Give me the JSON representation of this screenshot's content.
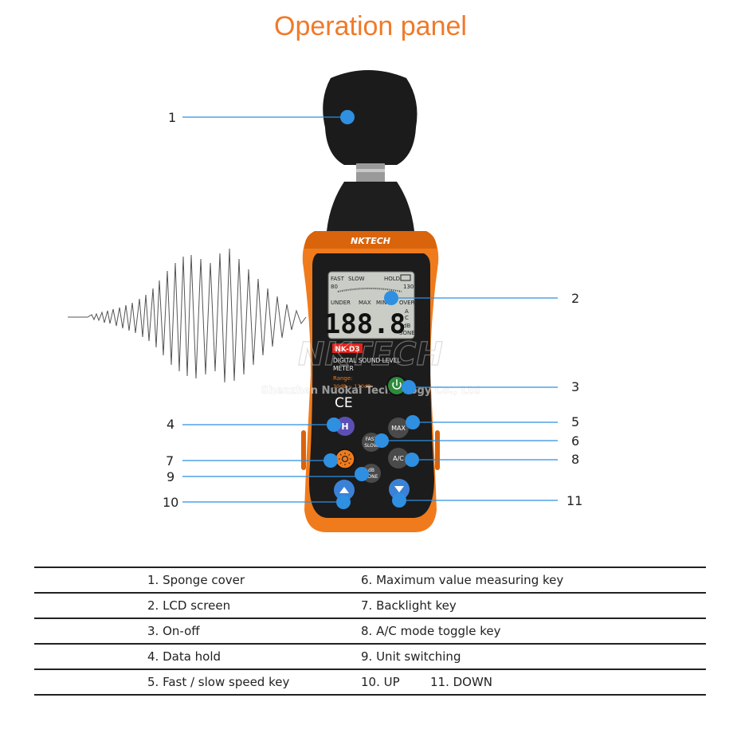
{
  "title": "Operation panel",
  "device": {
    "brand": "NKTECH",
    "model": "NK-D3",
    "description_line1": "DIGITAL SOUND LEVEL",
    "description_line2": "METER",
    "range_label": "Range:",
    "range_value": "30dB ~ 130dB",
    "ce_mark": "CE",
    "watermark_line2": "Shenzhen Nuokai Technology Co., Ltd",
    "lcd": {
      "fast": "FAST",
      "slow": "SLOW",
      "hold": "HOLD",
      "scale_low": "80",
      "scale_high": "130",
      "under": "UNDER",
      "max": "MAX",
      "min": "MIN",
      "over": "OVER",
      "reading": "188.8",
      "mode_a": "A",
      "mode_c": "C",
      "unit_db": "dB",
      "unit_sone": "SONE"
    },
    "buttons": {
      "hold": "H",
      "max": "MAX",
      "fast_slow_1": "FAST",
      "fast_slow_2": "SLOW",
      "ac": "A/C",
      "db_sone_1": "dB",
      "db_sone_2": "SONE"
    }
  },
  "callouts": [
    "1",
    "2",
    "3",
    "4",
    "5",
    "6",
    "7",
    "8",
    "9",
    "10",
    "11"
  ],
  "legend": [
    {
      "left": "1. Sponge cover",
      "right": "6. Maximum value measuring key"
    },
    {
      "left": "2. LCD screen",
      "right": "7. Backlight key"
    },
    {
      "left": "3. On-off",
      "right": "8. A/C mode toggle key"
    },
    {
      "left": "4. Data hold",
      "right": "9. Unit switching"
    },
    {
      "left": "5. Fast / slow speed key",
      "right": "10. UP",
      "right2": "11. DOWN"
    }
  ],
  "colors": {
    "title": "#f07a2a",
    "body_orange": "#f07b1c",
    "callout_blue": "#2f8fe0",
    "lcd_bg": "#c9cdc6"
  }
}
